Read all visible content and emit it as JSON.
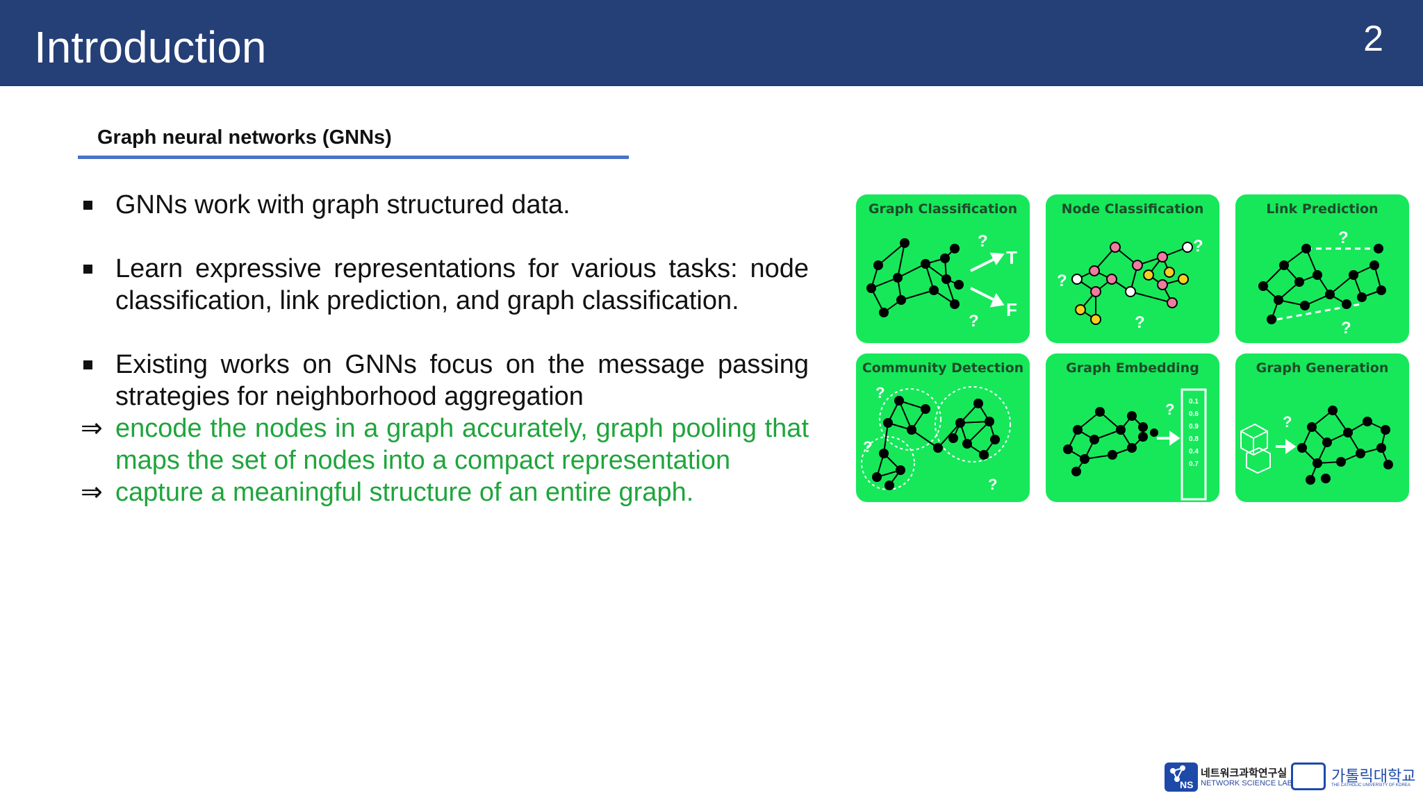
{
  "header": {
    "title": "Introduction",
    "page_number": "2"
  },
  "section": {
    "heading": "Graph neural networks (GNNs)"
  },
  "bullets": [
    {
      "text": "GNNs work with graph structured data."
    },
    {
      "text": "Learn expressive representations for various tasks: node classification, link prediction, and graph classification."
    },
    {
      "text": "Existing works on GNNs focus on the message passing strategies for neighborhood aggregation"
    }
  ],
  "implications": [
    {
      "arrow": "⇒",
      "text": "encode the nodes in a graph accurately, graph pooling that maps the set of nodes into a compact representation"
    },
    {
      "arrow": "⇒",
      "text": "capture a meaningful structure of an entire graph."
    }
  ],
  "figure": {
    "tiles": [
      {
        "label": "Graph Classification",
        "icon": "graph-classification-icon"
      },
      {
        "label": "Node Classification",
        "icon": "node-classification-icon"
      },
      {
        "label": "Link Prediction",
        "icon": "link-prediction-icon"
      },
      {
        "label": "Community Detection",
        "icon": "community-detection-icon"
      },
      {
        "label": "Graph Embedding",
        "icon": "graph-embedding-icon"
      },
      {
        "label": "Graph Generation",
        "icon": "graph-generation-icon"
      }
    ],
    "annotations": {
      "question": "?",
      "true_label": "T",
      "false_label": "F",
      "embedding_values": [
        "0.1",
        "0.6",
        "0.9",
        "0.8",
        "0.4",
        "0.7"
      ]
    }
  },
  "footer": {
    "lab_name_korean": "네트워크과학연구실",
    "lab_name_english": "NETWORK SCIENCE LAB",
    "lab_abbrev": "NS",
    "university_korean": "가톨릭대학교",
    "university_english": "THE CATHOLIC UNIVERSITY OF KOREA"
  },
  "colors": {
    "header_bg": "#253f77",
    "underline": "#4a73c7",
    "highlight_text": "#1fa53c",
    "tile_bg": "#16e85a"
  }
}
